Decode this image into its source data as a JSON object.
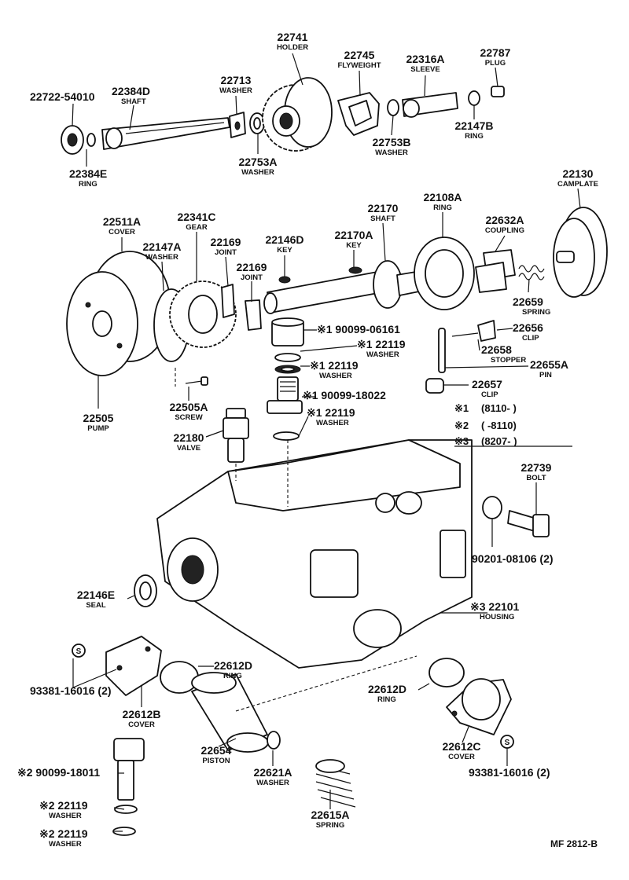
{
  "diagram_code": "MF 2812-B",
  "notes": [
    {
      "mark": "※1",
      "range": "(8110-      )"
    },
    {
      "mark": "※2",
      "range": "(      -8110)"
    },
    {
      "mark": "※3",
      "range": "(8207-      )"
    }
  ],
  "markers": [
    "S",
    "S"
  ],
  "parts": [
    {
      "id": "p22741",
      "number": "22741",
      "name": "HOLDER"
    },
    {
      "id": "p22745",
      "number": "22745",
      "name": "FLYWEIGHT"
    },
    {
      "id": "p22316A",
      "number": "22316A",
      "name": "SLEEVE"
    },
    {
      "id": "p22787",
      "number": "22787",
      "name": "PLUG"
    },
    {
      "id": "p22722",
      "number": "22722-54010",
      "name": ""
    },
    {
      "id": "p22384D",
      "number": "22384D",
      "name": "SHAFT"
    },
    {
      "id": "p22713",
      "number": "22713",
      "name": "WASHER"
    },
    {
      "id": "p22147B",
      "number": "22147B",
      "name": "RING"
    },
    {
      "id": "p22753B",
      "number": "22753B",
      "name": "WASHER"
    },
    {
      "id": "p22384E",
      "number": "22384E",
      "name": "RING"
    },
    {
      "id": "p22753A",
      "number": "22753A",
      "name": "WASHER"
    },
    {
      "id": "p22130",
      "number": "22130",
      "name": "CAMPLATE"
    },
    {
      "id": "p22170",
      "number": "22170",
      "name": "SHAFT"
    },
    {
      "id": "p22108A",
      "number": "22108A",
      "name": "RING"
    },
    {
      "id": "p22511A",
      "number": "22511A",
      "name": "COVER"
    },
    {
      "id": "p22341C",
      "number": "22341C",
      "name": "GEAR"
    },
    {
      "id": "p22632A",
      "number": "22632A",
      "name": "COUPLING"
    },
    {
      "id": "p22147A",
      "number": "22147A",
      "name": "WASHER"
    },
    {
      "id": "p22169a",
      "number": "22169",
      "name": "JOINT"
    },
    {
      "id": "p22146D",
      "number": "22146D",
      "name": "KEY"
    },
    {
      "id": "p22170A",
      "number": "22170A",
      "name": "KEY"
    },
    {
      "id": "p22169b",
      "number": "22169",
      "name": "JOINT"
    },
    {
      "id": "p22659",
      "number": "22659",
      "name": "SPRING"
    },
    {
      "id": "p90099_06161",
      "number": "※1 90099-06161",
      "name": ""
    },
    {
      "id": "p22656",
      "number": "22656",
      "name": "CLIP"
    },
    {
      "id": "p22119a",
      "number": "※1 22119",
      "name": "WASHER"
    },
    {
      "id": "p22658",
      "number": "22658",
      "name": "STOPPER"
    },
    {
      "id": "p22655A",
      "number": "22655A",
      "name": "PIN"
    },
    {
      "id": "p22119b",
      "number": "※1 22119",
      "name": "WASHER"
    },
    {
      "id": "p22657",
      "number": "22657",
      "name": "CLIP"
    },
    {
      "id": "p90099_18022",
      "number": "※1 90099-18022",
      "name": ""
    },
    {
      "id": "p22505",
      "number": "22505",
      "name": "PUMP"
    },
    {
      "id": "p22505A",
      "number": "22505A",
      "name": "SCREW"
    },
    {
      "id": "p22119c",
      "number": "※1 22119",
      "name": "WASHER"
    },
    {
      "id": "p22180",
      "number": "22180",
      "name": "VALVE"
    },
    {
      "id": "p22739",
      "number": "22739",
      "name": "BOLT"
    },
    {
      "id": "p90201",
      "number": "90201-08106 (2)",
      "name": ""
    },
    {
      "id": "p22146E",
      "number": "22146E",
      "name": "SEAL"
    },
    {
      "id": "p22101",
      "number": "※3 22101",
      "name": "HOUSING"
    },
    {
      "id": "p22612Da",
      "number": "22612D",
      "name": "RING"
    },
    {
      "id": "p93381a",
      "number": "93381-16016 (2)",
      "name": ""
    },
    {
      "id": "p22612B",
      "number": "22612B",
      "name": "COVER"
    },
    {
      "id": "p22612Db",
      "number": "22612D",
      "name": "RING"
    },
    {
      "id": "p22654",
      "number": "22654",
      "name": "PISTON"
    },
    {
      "id": "p22612C",
      "number": "22612C",
      "name": "COVER"
    },
    {
      "id": "p90099_18011",
      "number": "※2 90099-18011",
      "name": ""
    },
    {
      "id": "p22621A",
      "number": "22621A",
      "name": "WASHER"
    },
    {
      "id": "p93381b",
      "number": "93381-16016 (2)",
      "name": ""
    },
    {
      "id": "p22119d",
      "number": "※2 22119",
      "name": "WASHER"
    },
    {
      "id": "p22615A",
      "number": "22615A",
      "name": "SPRING"
    },
    {
      "id": "p22119e",
      "number": "※2 22119",
      "name": "WASHER"
    }
  ]
}
